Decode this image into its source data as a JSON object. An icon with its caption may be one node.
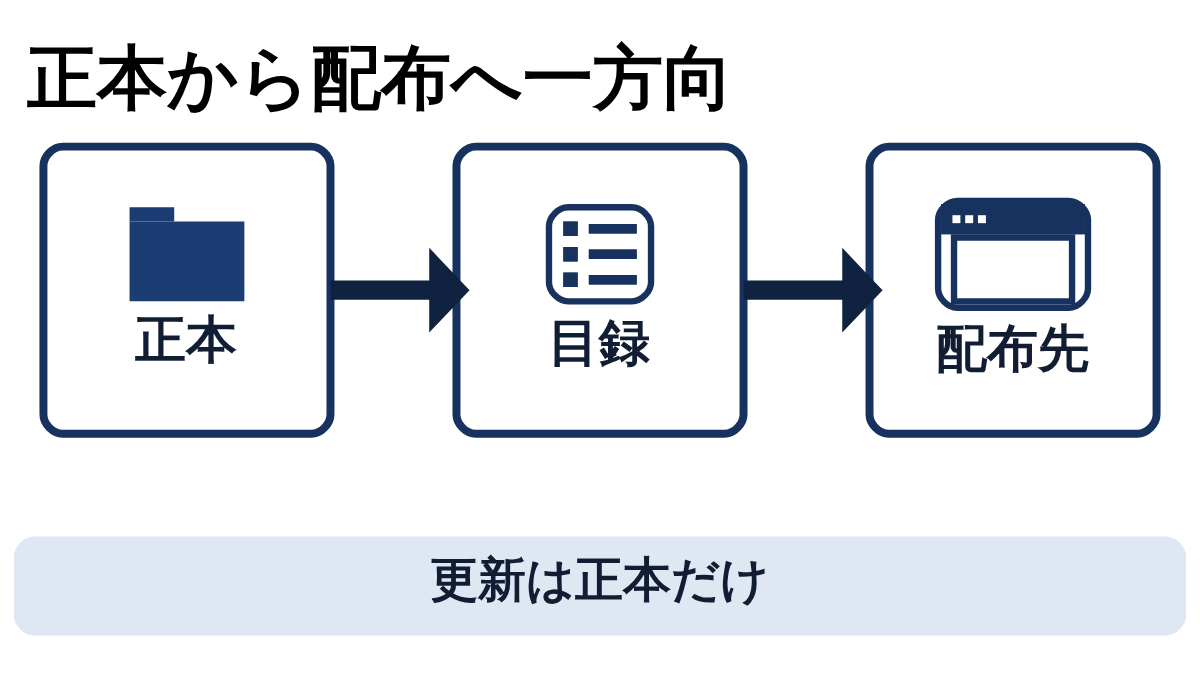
{
  "diagram": {
    "title": "正本から配布へ一方向",
    "nodes": [
      {
        "text": [
          "正本"
        ]
      },
      {
        "text": [
          "目録"
        ]
      },
      {
        "text": [
          "配布先"
        ]
      },
      {
        "text": [
          "更新は正本だけ"
        ]
      }
    ],
    "edges": [
      {
        "from": 0,
        "to": 1,
        "arrow": "to"
      },
      {
        "from": 1,
        "to": 2,
        "arrow": "to"
      }
    ]
  }
}
